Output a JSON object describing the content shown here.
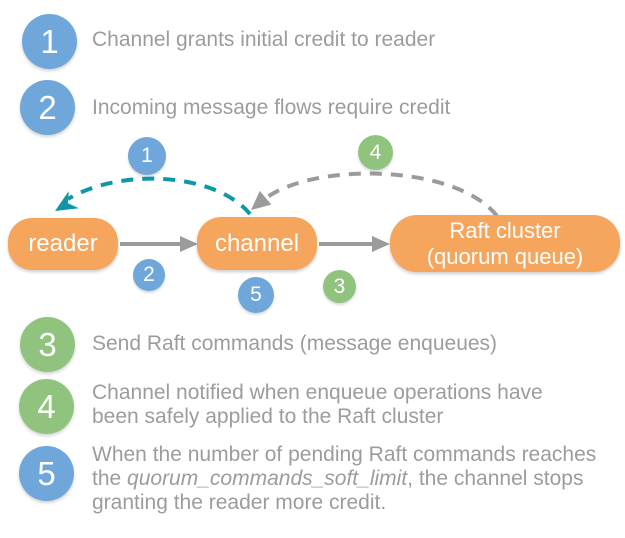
{
  "colors": {
    "blue": "#6FA7DA",
    "green": "#90C47E",
    "orange": "#F5A55C",
    "teal": "#0E97A7",
    "arrow_gray": "#9B9B9B",
    "text_gray": "#9C9C9C"
  },
  "legend": {
    "items": [
      {
        "num": "1",
        "style": "blue",
        "text": "Channel grants initial credit to reader"
      },
      {
        "num": "2",
        "style": "blue",
        "text": "Incoming message flows require credit"
      },
      {
        "num": "3",
        "style": "green",
        "text": "Send Raft commands (message enqueues)"
      },
      {
        "num": "4",
        "style": "green",
        "line1": "Channel notified when enqueue operations have",
        "line2": "been safely applied to the Raft cluster"
      },
      {
        "num": "5",
        "style": "blue",
        "line1": "When the number of pending Raft commands reaches",
        "line2_pre": "the ",
        "line2_italic": "quorum_commands_soft_limit",
        "line2_post": ", the channel stops",
        "line3": "granting the reader more credit."
      }
    ]
  },
  "diagram": {
    "boxes": {
      "reader": {
        "label": "reader"
      },
      "channel": {
        "label": "channel"
      },
      "raft": {
        "line1": "Raft cluster",
        "line2": "(quorum queue)"
      }
    },
    "badges": {
      "credit_grant": "1",
      "incoming_flow": "2",
      "send_commands": "3",
      "notify_applied": "4",
      "soft_limit": "5"
    }
  }
}
